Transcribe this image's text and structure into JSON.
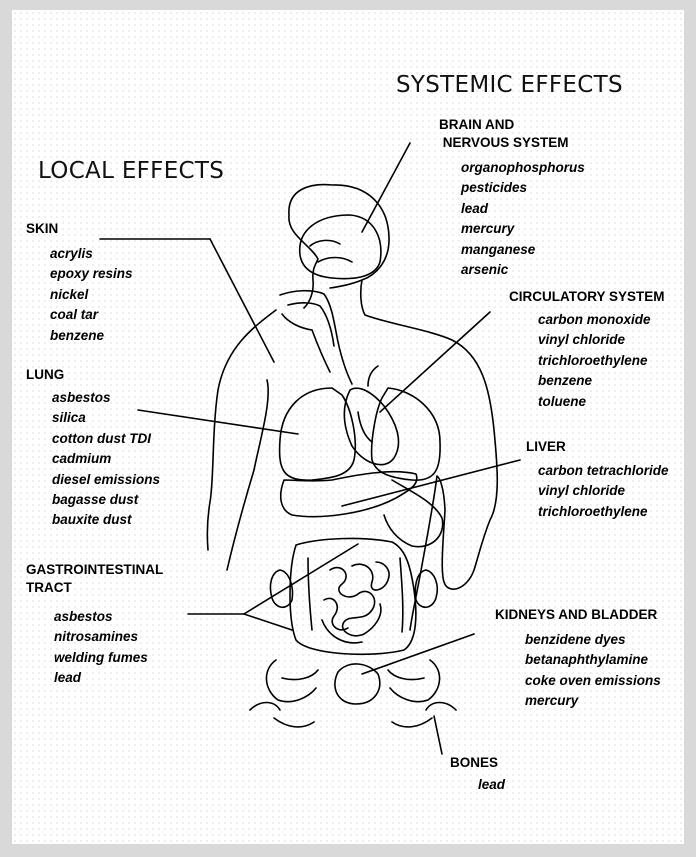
{
  "headings": {
    "systemic": "SYSTEMIC EFFECTS",
    "local": "LOCAL EFFECTS"
  },
  "local_effects": [
    {
      "organ": "SKIN",
      "agents": [
        "acrylis",
        "epoxy resins",
        "nickel",
        "coal tar",
        "benzene"
      ]
    },
    {
      "organ": "LUNG",
      "agents": [
        "asbestos",
        "silica",
        "cotton dust TDI",
        "cadmium",
        "diesel emissions",
        "bagasse dust",
        "bauxite dust"
      ]
    },
    {
      "organ": "GASTROINTESTINAL\nTRACT",
      "agents": [
        "asbestos",
        "nitrosamines",
        "welding fumes",
        "lead"
      ]
    }
  ],
  "systemic_effects": [
    {
      "organ": "BRAIN AND\n NERVOUS SYSTEM",
      "agents": [
        "organophosphorus",
        "pesticides",
        "lead",
        "mercury",
        "manganese",
        "arsenic"
      ]
    },
    {
      "organ": "CIRCULATORY SYSTEM",
      "agents": [
        "carbon monoxide",
        "vinyl chloride",
        "trichloroethylene",
        "benzene",
        "toluene"
      ]
    },
    {
      "organ": "LIVER",
      "agents": [
        "carbon tetrachloride",
        "vinyl chloride",
        "trichloroethylene"
      ]
    },
    {
      "organ": "KIDNEYS AND BLADDER",
      "agents": [
        "benzidene dyes",
        "betanaphthylamine",
        "coke oven emissions",
        "mercury"
      ]
    },
    {
      "organ": "BONES",
      "agents": [
        "lead"
      ]
    }
  ]
}
